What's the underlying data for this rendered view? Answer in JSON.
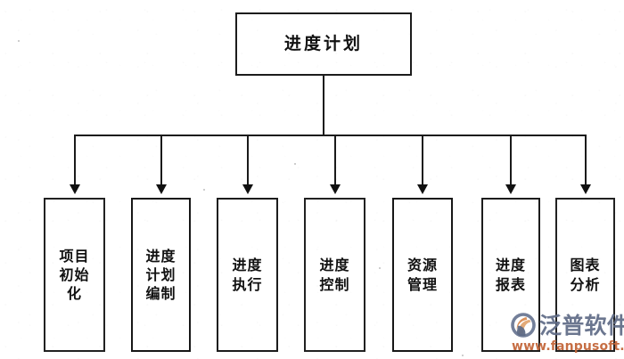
{
  "diagram": {
    "type": "hierarchy-tree",
    "title": "进度计划",
    "orientation": "top-down",
    "root": {
      "id": "root",
      "label": "进度计划",
      "name": "schedule-plan"
    },
    "children": [
      {
        "id": "n1",
        "label": "项目\n初始\n化",
        "name": "project-initialization"
      },
      {
        "id": "n2",
        "label": "进度\n计划\n编制",
        "name": "schedule-plan-preparation"
      },
      {
        "id": "n3",
        "label": "进度\n执行",
        "name": "schedule-execution"
      },
      {
        "id": "n4",
        "label": "进度\n控制",
        "name": "schedule-control"
      },
      {
        "id": "n5",
        "label": "资源\n管理",
        "name": "resource-management"
      },
      {
        "id": "n6",
        "label": "进度\n报表",
        "name": "schedule-report"
      },
      {
        "id": "n7",
        "label": "图表\n分析",
        "name": "chart-analysis"
      }
    ],
    "colors": {
      "line": "#1a1a1a",
      "text": "#111111",
      "background": "#ffffff"
    }
  },
  "watermark": {
    "brand": "泛普软件",
    "url": "www.fanpusoft.com",
    "brand_color": "#5f6b86",
    "url_color": "#c4673a"
  }
}
